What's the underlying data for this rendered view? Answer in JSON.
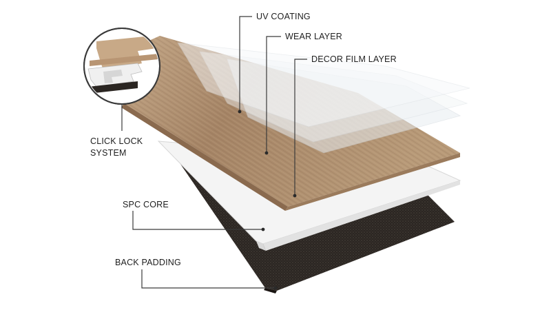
{
  "labels": {
    "uv_coating": "UV COATING",
    "wear_layer": "WEAR LAYER",
    "decor_film_layer": "DECOR FILM LAYER",
    "click_lock_line1": "CLICK LOCK",
    "click_lock_line2": "SYSTEM",
    "spc_core": "SPC CORE",
    "back_padding": "BACK PADDING"
  },
  "colors": {
    "wood_light": "#b89a78",
    "wood_dark": "#7c6048",
    "core": "#f4f4f4",
    "back_padding": "#2b2622",
    "coating": "#eef1f4"
  }
}
